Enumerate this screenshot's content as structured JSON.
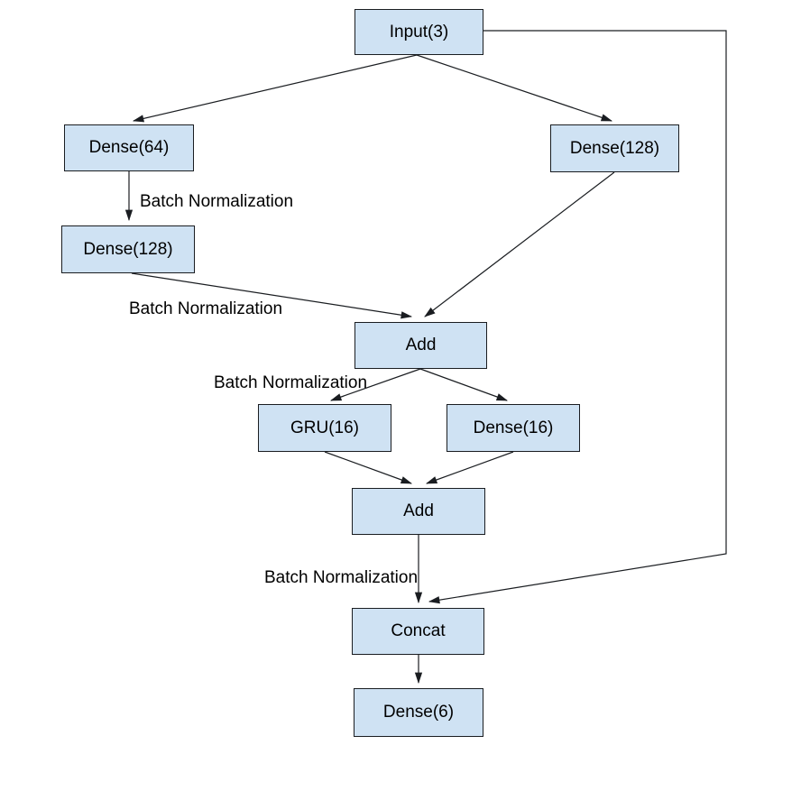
{
  "diagram": {
    "type": "neural-network-architecture",
    "background": "#ffffff",
    "colors": {
      "node_fill": "#cfe2f3",
      "node_border": "#1a1d21",
      "line": "#1a1d21",
      "text": "#000000"
    },
    "nodes": [
      {
        "id": "input-3",
        "label": "Input(3)"
      },
      {
        "id": "dense-64",
        "label": "Dense(64)"
      },
      {
        "id": "dense-128-left",
        "label": "Dense(128)"
      },
      {
        "id": "dense-128-right",
        "label": "Dense(128)"
      },
      {
        "id": "add-1",
        "label": "Add"
      },
      {
        "id": "gru-16",
        "label": "GRU(16)"
      },
      {
        "id": "dense-16",
        "label": "Dense(16)"
      },
      {
        "id": "add-2",
        "label": "Add"
      },
      {
        "id": "concat",
        "label": "Concat"
      },
      {
        "id": "dense-6",
        "label": "Dense(6)"
      }
    ],
    "edge_labels": [
      {
        "text": "Batch Normalization",
        "between": [
          "dense-64",
          "dense-128-left"
        ]
      },
      {
        "text": "Batch Normalization",
        "between": [
          "dense-128-left",
          "add-1"
        ]
      },
      {
        "text": "Batch Normalization",
        "between": [
          "add-1",
          "gru-16"
        ]
      },
      {
        "text": "Batch Normalization",
        "between": [
          "add-2",
          "concat"
        ]
      }
    ],
    "edges": [
      {
        "from": "input-3",
        "to": "dense-64"
      },
      {
        "from": "input-3",
        "to": "dense-128-right"
      },
      {
        "from": "dense-64",
        "to": "dense-128-left",
        "label": "Batch Normalization"
      },
      {
        "from": "dense-128-left",
        "to": "add-1",
        "label": "Batch Normalization"
      },
      {
        "from": "dense-128-right",
        "to": "add-1"
      },
      {
        "from": "add-1",
        "to": "gru-16",
        "label": "Batch Normalization"
      },
      {
        "from": "add-1",
        "to": "dense-16"
      },
      {
        "from": "gru-16",
        "to": "add-2"
      },
      {
        "from": "dense-16",
        "to": "add-2"
      },
      {
        "from": "add-2",
        "to": "concat",
        "label": "Batch Normalization"
      },
      {
        "from": "input-3",
        "to": "concat",
        "route": "right-side-skip-connection"
      },
      {
        "from": "concat",
        "to": "dense-6"
      }
    ]
  }
}
